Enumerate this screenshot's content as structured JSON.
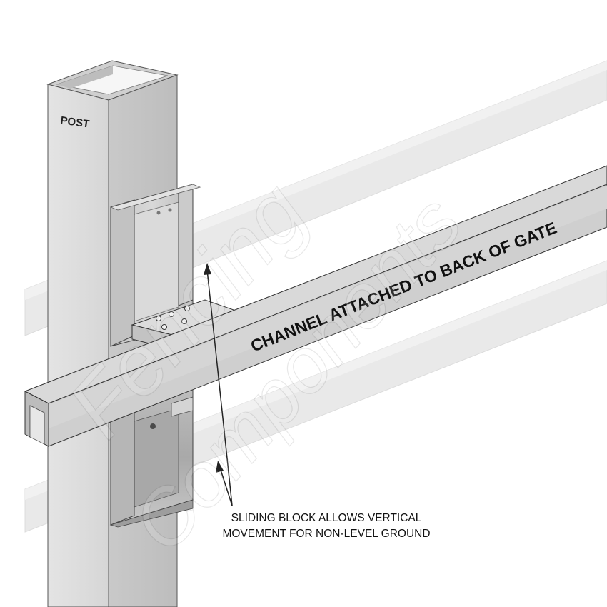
{
  "labels": {
    "post": "POST",
    "channel": "CHANNEL ATTACHED TO BACK OF GATE",
    "note_line1": "SLIDING BLOCK ALLOWS VERTICAL",
    "note_line2": "MOVEMENT FOR NON-LEVEL GROUND"
  },
  "watermark": {
    "line1": "Fencing",
    "line2": "Components"
  }
}
